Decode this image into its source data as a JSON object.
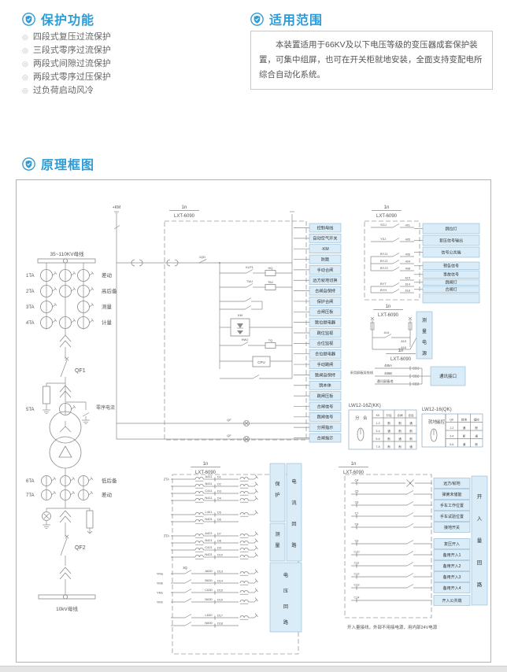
{
  "sections": {
    "protection": {
      "title": "保护功能",
      "items": [
        "四段式复压过流保护",
        "三段式零序过流保护",
        "两段式间隙过流保护",
        "两段式零序过压保护",
        "过负荷启动风冷"
      ]
    },
    "scope": {
      "title": "适用范围",
      "text": "本装置适用于66KV及以下电压等级的变压器成套保护装置，可集中组屏，也可在开关柜就地安装，全面支持变配电所综合自动化系统。"
    },
    "diagram": {
      "title": "原理框图"
    }
  },
  "diagram": {
    "left": {
      "bus_top": "35~110KV母线",
      "bus_bottom": "10kV母线",
      "ct_rows": [
        {
          "tag": "1TA",
          "use": "差动"
        },
        {
          "tag": "2TA",
          "use": "高后备"
        },
        {
          "tag": "3TA",
          "use": "测量"
        },
        {
          "tag": "4TA",
          "use": "计量"
        }
      ],
      "qf1": "QF1",
      "qf2": "QF2",
      "zero_seq_ct": "5TA",
      "zero_seq_label": "零序电流",
      "lv_ct_rows": [
        {
          "tag": "6TA",
          "use": "低后备"
        },
        {
          "tag": "7TA",
          "use": "差动"
        }
      ]
    },
    "control": {
      "block_label": "1n",
      "model": "LXT-6090",
      "plus_km": "+KM",
      "labels": [
        "控制母线",
        "自动空气开关",
        "-KM",
        "防跳",
        "手动合闸",
        "远方就地切换",
        "合闸自保持",
        "保护合闸",
        "合闸压板",
        "跳位继电器",
        "跳位监视",
        "合位监视",
        "合位继电器",
        "手动跳闸",
        "跳闸自保持",
        "跳本体",
        "跳闸压板",
        "合闸信号",
        "跳闸信号",
        "分闸指示",
        "合闸指示"
      ],
      "components": [
        "1QD",
        "KLP1",
        "TWJ",
        "TBJ",
        "HWJ",
        "KM",
        "TQ",
        "HQ",
        "CPU",
        "QF",
        "QF"
      ]
    },
    "signal": {
      "block_label": "1n",
      "model": "LXT-6090",
      "contacts": [
        {
          "name": "SGJ",
          "t": "401"
        },
        {
          "name": "YSJ",
          "t": "405"
        },
        {
          "name": "BYJ1",
          "t": "406"
        },
        {
          "name": "BYJ2",
          "t": "404"
        },
        {
          "name": "BYJ3",
          "t": "408"
        },
        {
          "name": "BYT",
          "t": "614"
        },
        {
          "name": "BYH",
          "t": "618"
        }
      ],
      "extra_terminal": "615",
      "labels": [
        "跳位灯",
        "复压信号输出",
        "信号公共端",
        "预告信号",
        "事故信号",
        "跳闸灯",
        "合闸灯"
      ]
    },
    "power": {
      "block_label": "1n",
      "model": "LXT-6090",
      "vertical_label": "测量电源",
      "terminals": [
        "A14",
        "A15",
        "A16"
      ],
      "plus": "+KM"
    },
    "comm": {
      "block_label": "1n",
      "model": "LXT-6090",
      "wire_a": "485A",
      "wire_b": "485B",
      "shield": "通讯屏蔽地",
      "note": "采用屏蔽双绞线",
      "terminals": [
        "CD1",
        "CD2",
        "CD3"
      ],
      "box": "通讯接口"
    },
    "kk": {
      "title": "LW12-16Z(KK)",
      "left": "分",
      "right": "合",
      "header": [
        "KK",
        "分后",
        "合闸",
        "合后"
      ],
      "rows": [
        [
          "1-2",
          "断",
          "断",
          "通"
        ],
        [
          "3-4",
          "通",
          "断",
          "断"
        ],
        [
          "5-6",
          "断",
          "通",
          "断"
        ],
        [
          "7-8",
          "断",
          "断",
          "通"
        ]
      ]
    },
    "qk": {
      "title": "LW12-16(QK)",
      "left": "就地",
      "right": "遥控",
      "header": [
        "QK",
        "就地",
        "遥控"
      ],
      "rows": [
        [
          "1-2",
          "通",
          "断"
        ],
        [
          "3-4",
          "断",
          "通"
        ],
        [
          "5-6",
          "通",
          "断"
        ]
      ]
    },
    "ac": {
      "block_label": "1n",
      "model": "LXT-6090",
      "prot_tag": "2TA",
      "prot_wires": [
        "A411",
        "B411",
        "C411",
        "N411"
      ],
      "prot_terminals": [
        "D1",
        "D2",
        "D3",
        "D4"
      ],
      "zero_wires": [
        "L401",
        "N401"
      ],
      "zero_terminals": [
        "D5",
        "D6"
      ],
      "meas_tag": "3TA",
      "meas_wires": [
        "A421",
        "B421",
        "C421",
        "N421"
      ],
      "meas_terminals": [
        "D7",
        "D8",
        "D9",
        "D10"
      ],
      "volt_tag": "3Q",
      "volt_tags": [
        "YMa",
        "YMb",
        "YMc",
        "YMn"
      ],
      "volt_wires": [
        "A630",
        "B630",
        "C630",
        "N630"
      ],
      "volt_terminals": [
        "D13",
        "D14",
        "D15",
        "D16"
      ],
      "zerov_wires": [
        "L630",
        "N600"
      ],
      "zerov_terminals": [
        "D17",
        "D18"
      ],
      "lbl_protect": "保护",
      "lbl_measure": "测量",
      "lbl_current_loop": "电流回路",
      "lbl_voltage_loop": "电压回路"
    },
    "di": {
      "block_label": "1n",
      "model": "LXT-6090",
      "vertical_label": "开入量回路",
      "terminals": [
        "C4",
        "C5",
        "C6",
        "C7",
        "C8",
        "C9",
        "C10",
        "C11",
        "C12",
        "C13",
        "C14"
      ],
      "labels": [
        "远方/就地",
        "弹簧未储能",
        "手车工作位置",
        "手车试验位置",
        "接地开关",
        "复压开入",
        "备用开入1",
        "备用开入2",
        "备用开入3",
        "备用开入4",
        "开入公共端"
      ],
      "note": "开入量接线，外部不用接电源，用内部24V电源"
    }
  }
}
